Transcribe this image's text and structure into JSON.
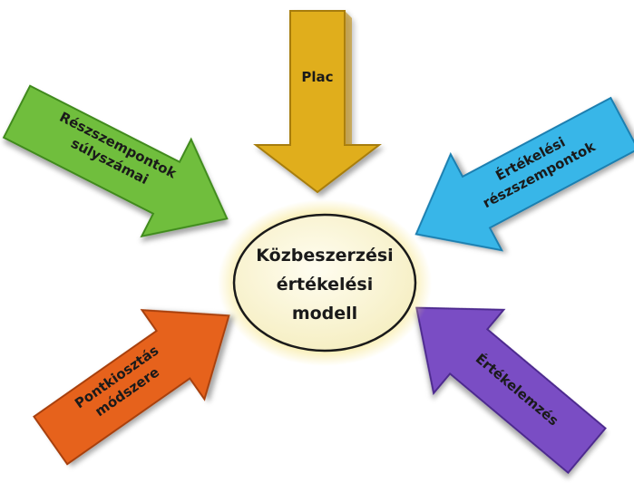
{
  "center": {
    "line1": "Közbeszerzési",
    "line2": "értékelési",
    "line3": "modell"
  },
  "arrows": {
    "top": {
      "label": "Plac",
      "color": "#e0ae1f"
    },
    "top_left": {
      "line1": "Részszempontok",
      "line2": "súlyszámai",
      "color": "#6fbe3d"
    },
    "top_right": {
      "line1": "Értékelési",
      "line2": "részszempontok",
      "color": "#39b6e8"
    },
    "bottom_left": {
      "line1": "Pontkiosztás",
      "line2": "módszere",
      "color": "#e6621c"
    },
    "bottom_right": {
      "label": "Értékelemzés",
      "color": "#7a4ec4"
    }
  }
}
